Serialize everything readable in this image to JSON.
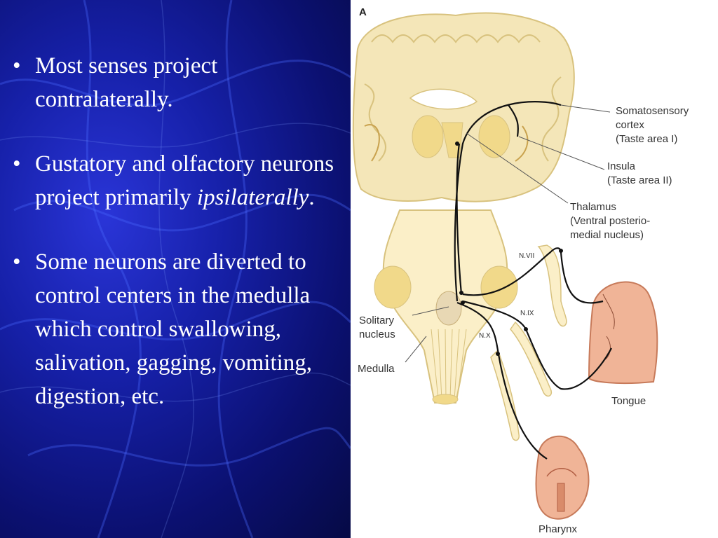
{
  "bullets": [
    {
      "text": "Most senses project contralaterally."
    },
    {
      "text_before": "Gustatory and olfactory neurons project primarily ",
      "text_italic": "ipsilaterally",
      "text_after": "."
    },
    {
      "text": "Some neurons are diverted to control centers in the medulla which control swallowing, salivation, gagging, vomiting, digestion, etc."
    }
  ],
  "diagram": {
    "panel_letter": "A",
    "labels": {
      "somatosensory": [
        "Somatosensory",
        "cortex",
        "(Taste area I)"
      ],
      "insula": [
        "Insula",
        "(Taste area II)"
      ],
      "thalamus": [
        "Thalamus",
        "(Ventral posterio-",
        "medial nucleus)"
      ],
      "solitary": [
        "Solitary",
        "nucleus"
      ],
      "medulla": "Medulla",
      "tongue": "Tongue",
      "pharynx": "Pharynx",
      "n7": "N.VII",
      "n9": "N.IX",
      "n10": "N.X"
    }
  }
}
